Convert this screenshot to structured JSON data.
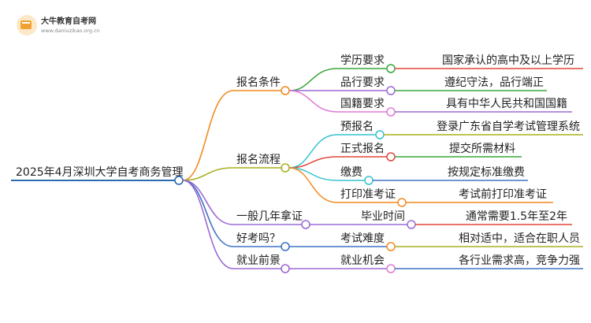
{
  "logo": {
    "title": "大牛教育自考网",
    "url": "www.daniuzikao.org.cn"
  },
  "root": {
    "label": "2025年4月深圳大学自考商务管理"
  },
  "colors": {
    "root": "#2b6cb0",
    "orange": "#f28a1e",
    "olive": "#a7b21f",
    "purple": "#9b6bd3",
    "blue": "#3f74c4",
    "green": "#3aa63a",
    "pink": "#e17ad6",
    "teal": "#35c2cf",
    "red": "#e0463a",
    "node_fill": "#ffffff"
  },
  "branches": [
    {
      "label": "报名条件",
      "children": [
        {
          "label": "学历要求",
          "leaf": "国家承认的高中及以上学历"
        },
        {
          "label": "品行要求",
          "leaf": "遵纪守法，品行端正"
        },
        {
          "label": "国籍要求",
          "leaf": "具有中华人民共和国国籍"
        }
      ]
    },
    {
      "label": "报名流程",
      "children": [
        {
          "label": "预报名",
          "leaf": "登录广东省自学考试管理系统"
        },
        {
          "label": "正式报名",
          "leaf": "提交所需材料"
        },
        {
          "label": "缴费",
          "leaf": "按规定标准缴费"
        },
        {
          "label": "打印准考证",
          "leaf": "考试前打印准考证"
        }
      ]
    },
    {
      "label": "一般几年拿证",
      "children": [
        {
          "label": "毕业时间",
          "leaf": "通常需要1.5年至2年"
        }
      ]
    },
    {
      "label": "好考吗？",
      "children": [
        {
          "label": "考试难度",
          "leaf": "相对适中，适合在职人员"
        }
      ]
    },
    {
      "label": "就业前景",
      "children": [
        {
          "label": "就业机会",
          "leaf": "各行业需求高，竞争力强"
        }
      ]
    }
  ]
}
